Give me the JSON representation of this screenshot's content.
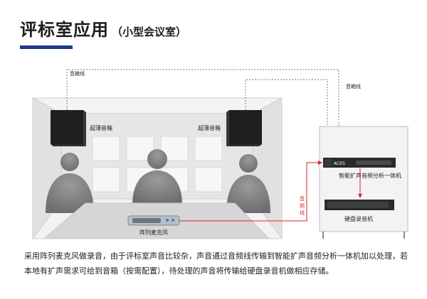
{
  "header": {
    "title": "评标室应用",
    "subtitle": "（小型会议室）"
  },
  "labels": {
    "speaker_line_left": "音箱线",
    "speaker_line_right": "音箱线",
    "speaker_left": "超薄音箱",
    "speaker_right": "超薄音箱",
    "mic_array": "阵列麦克风",
    "audio_line": "音频线",
    "processor": "智能扩声音频分析一体机",
    "recorder": "硬盘录音机",
    "processor_brand": "ACES"
  },
  "caption": {
    "line1": "采用阵列麦克风做录音，由于评标室声音比较杂，声音通过音频线传输到智能扩声音频分析一体机加以处理，若",
    "line2": "本地有扩声需求可给到音箱（按需配置），待处理的声音将传输给硬盘录音机做相应存储。"
  },
  "colors": {
    "accent": "#1e3a8a",
    "audio_line": "#d9262c"
  }
}
